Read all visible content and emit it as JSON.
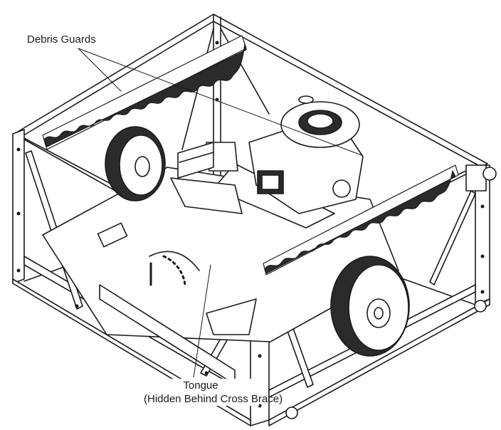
{
  "callouts": {
    "debris_guards": "Debris Guards",
    "tongue": "Tongue",
    "tongue_note": "(Hidden Behind Cross Brace)"
  },
  "colors": {
    "line": "#1a1a1a",
    "fill": "#ffffff",
    "shade": "#2b2b2b",
    "gray": "#9a9a9a"
  }
}
